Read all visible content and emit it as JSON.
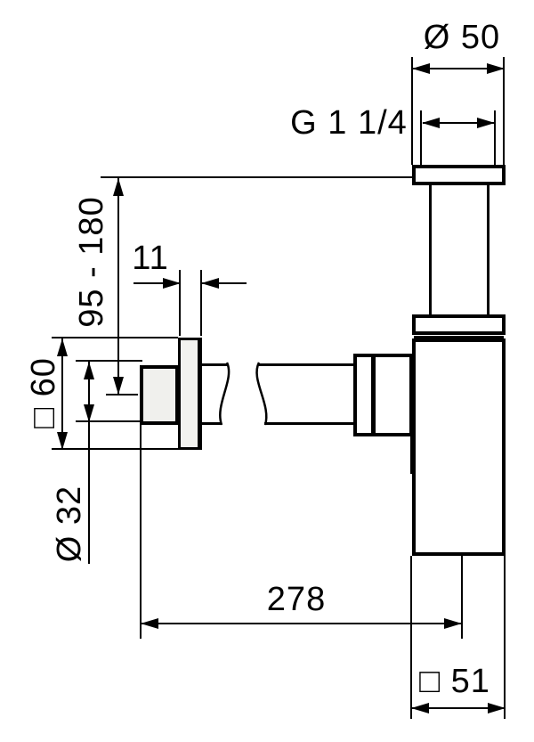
{
  "drawing": {
    "type": "technical-dimension-drawing",
    "subject": "bottle-trap-siphon-side-view",
    "colors": {
      "line": "#000000",
      "background": "#ffffff",
      "part_fill": "#f2f2ef"
    },
    "labels": {
      "outlet_diameter": "Ø 50",
      "thread_size": "G 1 1/4",
      "wall_distance_range": "95 - 180",
      "escutcheon_thickness": "11",
      "escutcheon_size": "□ 60",
      "pipe_diameter": "Ø 32",
      "projection_length": "278",
      "body_width": "□ 51"
    }
  }
}
